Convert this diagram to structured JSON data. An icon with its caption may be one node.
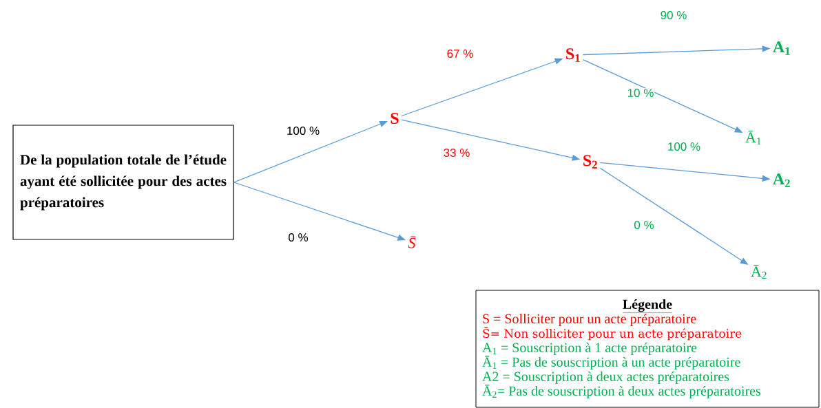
{
  "diagram": {
    "nodes": [
      {
        "text": [
          "De la population totale de l’étude ayant été sollicitée pour des actes préparatoires"
        ]
      },
      {
        "text": [
          "S"
        ]
      },
      {
        "text": [
          "S̄"
        ]
      },
      {
        "text": [
          "S$_{1}$"
        ]
      },
      {
        "text": [
          "S$_{2}$"
        ]
      },
      {
        "text": [
          "A$_{1}$"
        ]
      },
      {
        "text": [
          "Ā$_{1}$"
        ]
      },
      {
        "text": [
          "A$_{2}$"
        ]
      },
      {
        "text": [
          "Ā$_{2}$"
        ]
      },
      {
        "text": [
          "Légende",
          "S = Solliciter pour un acte préparatoire",
          "S̄= Non solliciter pour un acte préparatoire",
          "A$_{1}$ = Souscription à 1 acte préparatoire",
          "Ā$_{1}$ = Pas de souscription à un acte préparatoire",
          "A2 = Souscription à deux actes préparatoires",
          "Ā$_{2}$= Pas de souscription à deux actes préparatoires"
        ]
      }
    ],
    "edges": [
      {
        "from": 0,
        "to": 1,
        "arrow": "to",
        "label": "100 %"
      },
      {
        "from": 0,
        "to": 2,
        "arrow": "to",
        "label": "0 %"
      },
      {
        "from": 1,
        "to": 3,
        "arrow": "to",
        "label": "67 %"
      },
      {
        "from": 1,
        "to": 4,
        "arrow": "to",
        "label": "33 %"
      },
      {
        "from": 3,
        "to": 5,
        "arrow": "to",
        "label": "90 %"
      },
      {
        "from": 3,
        "to": 6,
        "arrow": "to",
        "label": "10 %"
      },
      {
        "from": 4,
        "to": 7,
        "arrow": "to",
        "label": "100 %"
      },
      {
        "from": 4,
        "to": 8,
        "arrow": "to",
        "label": "0 %"
      }
    ]
  }
}
